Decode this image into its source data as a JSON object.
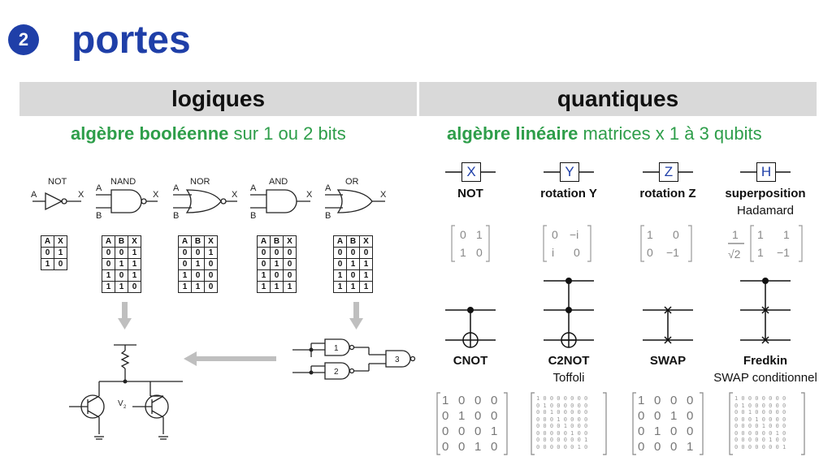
{
  "badge": "2",
  "title": "portes",
  "left": {
    "header": "logiques",
    "subtitle_bold": "algèbre booléenne",
    "subtitle_rest": " sur 1 ou 2 bits",
    "gates": [
      {
        "name": "NOT",
        "in_a": "A",
        "in_b": "",
        "out": "X",
        "table": {
          "headers": [
            "A",
            "X"
          ],
          "rows": [
            [
              "0",
              "1"
            ],
            [
              "1",
              "0"
            ]
          ]
        }
      },
      {
        "name": "NAND",
        "in_a": "A",
        "in_b": "B",
        "out": "X",
        "table": {
          "headers": [
            "A",
            "B",
            "X"
          ],
          "rows": [
            [
              "0",
              "0",
              "1"
            ],
            [
              "0",
              "1",
              "1"
            ],
            [
              "1",
              "0",
              "1"
            ],
            [
              "1",
              "1",
              "0"
            ]
          ]
        }
      },
      {
        "name": "NOR",
        "in_a": "A",
        "in_b": "B",
        "out": "X",
        "table": {
          "headers": [
            "A",
            "B",
            "X"
          ],
          "rows": [
            [
              "0",
              "0",
              "1"
            ],
            [
              "0",
              "1",
              "0"
            ],
            [
              "1",
              "0",
              "0"
            ],
            [
              "1",
              "1",
              "0"
            ]
          ]
        }
      },
      {
        "name": "AND",
        "in_a": "A",
        "in_b": "B",
        "out": "X",
        "table": {
          "headers": [
            "A",
            "B",
            "X"
          ],
          "rows": [
            [
              "0",
              "0",
              "0"
            ],
            [
              "0",
              "1",
              "0"
            ],
            [
              "1",
              "0",
              "0"
            ],
            [
              "1",
              "1",
              "1"
            ]
          ]
        }
      },
      {
        "name": "OR",
        "in_a": "A",
        "in_b": "B",
        "out": "X",
        "table": {
          "headers": [
            "A",
            "B",
            "X"
          ],
          "rows": [
            [
              "0",
              "0",
              "0"
            ],
            [
              "0",
              "1",
              "1"
            ],
            [
              "1",
              "0",
              "1"
            ],
            [
              "1",
              "1",
              "1"
            ]
          ]
        }
      }
    ],
    "circuit_labels": [
      "1",
      "2",
      "3"
    ],
    "transistor_label": "V",
    "transistor_sub": "2"
  },
  "right": {
    "header": "quantiques",
    "subtitle_bold": "algèbre linéaire",
    "subtitle_rest": " matrices x 1 à 3 qubits",
    "single_gates": [
      {
        "symbol": "X",
        "label": "NOT",
        "sublabel": ""
      },
      {
        "symbol": "Y",
        "label": "rotation Y",
        "sublabel": ""
      },
      {
        "symbol": "Z",
        "label": "rotation Z",
        "sublabel": ""
      },
      {
        "symbol": "H",
        "label": "superposition",
        "sublabel": "Hadamard"
      }
    ],
    "matrices_1q": {
      "X": [
        [
          "0",
          "1"
        ],
        [
          "1",
          "0"
        ]
      ],
      "Y": [
        [
          "0",
          "−i"
        ],
        [
          "i",
          "0"
        ]
      ],
      "Z": [
        [
          "1",
          "0"
        ],
        [
          "0",
          "−1"
        ]
      ],
      "H": [
        [
          "1",
          "1"
        ],
        [
          "1",
          "−1"
        ]
      ],
      "H_prefactor_num": "1",
      "H_prefactor_den": "√2"
    },
    "multi_gates": [
      {
        "label": "CNOT",
        "sublabel": ""
      },
      {
        "label": "C2NOT",
        "sublabel": "Toffoli"
      },
      {
        "label": "SWAP",
        "sublabel": ""
      },
      {
        "label": "Fredkin",
        "sublabel": "SWAP conditionnel"
      }
    ],
    "matrix_cnot": [
      [
        "1",
        "0",
        "0",
        "0"
      ],
      [
        "0",
        "1",
        "0",
        "0"
      ],
      [
        "0",
        "0",
        "0",
        "1"
      ],
      [
        "0",
        "0",
        "1",
        "0"
      ]
    ],
    "matrix_swap": [
      [
        "1",
        "0",
        "0",
        "0"
      ],
      [
        "0",
        "0",
        "1",
        "0"
      ],
      [
        "0",
        "1",
        "0",
        "0"
      ],
      [
        "0",
        "0",
        "0",
        "1"
      ]
    ],
    "matrix_toffoli": [
      "1 0 0 0 0 0 0 0",
      "0 1 0 0 0 0 0 0",
      "0 0 1 0 0 0 0 0",
      "0 0 0 1 0 0 0 0",
      "0 0 0 0 1 0 0 0",
      "0 0 0 0 0 1 0 0",
      "0 0 0 0 0 0 0 1",
      "0 0 0 0 0 0 1 0"
    ],
    "matrix_fredkin": [
      "1 0 0 0 0 0 0 0",
      "0 1 0 0 0 0 0 0",
      "0 0 1 0 0 0 0 0",
      "0 0 0 1 0 0 0 0",
      "0 0 0 0 1 0 0 0",
      "0 0 0 0 0 0 1 0",
      "0 0 0 0 0 1 0 0",
      "0 0 0 0 0 0 0 1"
    ]
  }
}
